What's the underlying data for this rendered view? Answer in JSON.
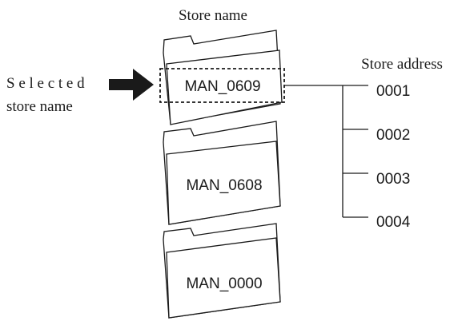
{
  "diagram": {
    "header_label": "Store name",
    "address_header": "Store address",
    "selected_label_line1": "S e l e c t e d",
    "selected_label_line2": "store name",
    "folders": [
      {
        "name": "MAN_0609",
        "selected": true
      },
      {
        "name": "MAN_0608",
        "selected": false
      },
      {
        "name": "MAN_0000",
        "selected": false
      }
    ],
    "addresses": [
      "0001",
      "0002",
      "0003",
      "0004"
    ]
  }
}
